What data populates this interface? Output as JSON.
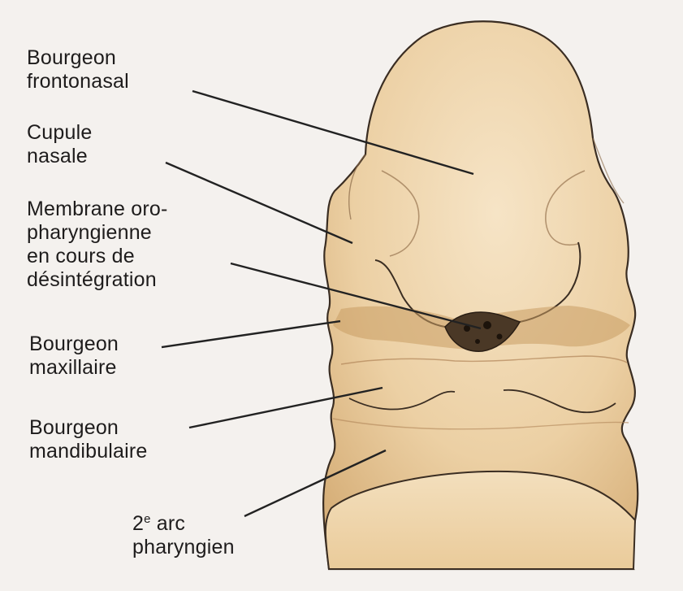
{
  "labels": {
    "frontonasal": {
      "line1": "Bourgeon",
      "line2": "frontonasal"
    },
    "nasal_pit": {
      "line1": "Cupule",
      "line2": "nasale"
    },
    "oropharyngeal_membrane": {
      "line1": "Membrane oro-",
      "line2": "pharyngienne",
      "line3": "en cours de",
      "line4": "désintégration"
    },
    "maxillary": {
      "line1": "Bourgeon",
      "line2": "maxillaire"
    },
    "mandibular": {
      "line1": "Bourgeon",
      "line2": "mandibulaire"
    },
    "second_arch": {
      "number": "2",
      "superscript": "e",
      "line1_rest": " arc",
      "line2": "pharyngien"
    }
  },
  "colors": {
    "background": "#f4f1ee",
    "tissue": "#ecd0a4",
    "tissue_shadow": "#c99d62",
    "outline": "#3a2d22",
    "membrane": "#4a3826",
    "leader_line": "#222222",
    "text": "#1e1c1c"
  }
}
